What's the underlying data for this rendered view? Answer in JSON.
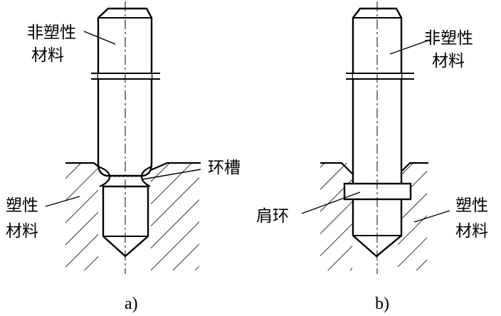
{
  "labels": {
    "a_nonplastic_line1": "非塑性",
    "a_nonplastic_line2": "材料",
    "a_groove": "环槽",
    "a_plastic_line1": "塑性",
    "a_plastic_line2": "材料",
    "b_nonplastic_line1": "非塑性",
    "b_nonplastic_line2": "材料",
    "b_shoulder": "肩环",
    "b_plastic_line1": "塑性",
    "b_plastic_line2": "材料"
  },
  "captions": {
    "a": "a)",
    "b": "b)"
  }
}
